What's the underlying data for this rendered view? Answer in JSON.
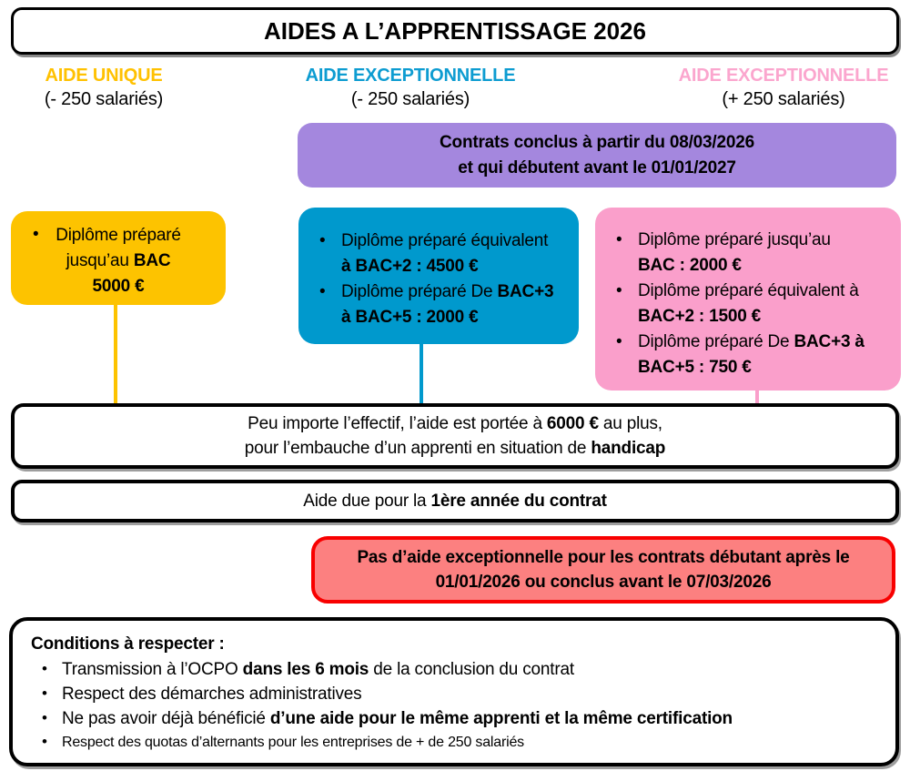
{
  "glyphs": {
    "bullet": "•"
  },
  "colors": {
    "gold": "#FDC300",
    "gold_header": "#FFC101",
    "blue": "#0099CD",
    "blue_header": "#0D9CD1",
    "pink": "#FA9FCB",
    "pink_header": "#FBA6CE",
    "purple": "#A487DE",
    "red_fill": "#FC8080"
  },
  "title": "AIDES A L’APPRENTISSAGE 2026",
  "columns": [
    {
      "header": "AIDE UNIQUE",
      "sub": "(- 250 salariés)"
    },
    {
      "header": "AIDE EXCEPTIONNELLE",
      "sub": "(- 250 salariés)"
    },
    {
      "header": "AIDE EXCEPTIONNELLE",
      "sub": "(+ 250 salariés)"
    }
  ],
  "banner": {
    "lines": [
      "Contrats conclus à partir du 08/03/2026",
      "et qui débutent avant le 01/01/2027"
    ]
  },
  "aid_boxes": {
    "unique": {
      "bullet": [
        {
          "t": "Diplôme préparé"
        },
        {
          "br": true
        },
        {
          "t": "jusqu’au "
        },
        {
          "t": "BAC",
          "b": true
        },
        {
          "br": true
        },
        {
          "t": "5000 €",
          "b": true
        }
      ]
    },
    "exceptionnelle_small": {
      "bullets": [
        [
          {
            "t": "Diplôme préparé équivalent"
          },
          {
            "br": true
          },
          {
            "t": "à BAC+2 : 4500 €",
            "b": true
          }
        ],
        [
          {
            "t": "Diplôme préparé De "
          },
          {
            "t": "BAC+3",
            "b": true
          },
          {
            "br": true
          },
          {
            "t": "à BAC+5 : 2000 €",
            "b": true
          }
        ]
      ]
    },
    "exceptionnelle_large": {
      "bullets": [
        [
          {
            "t": "Diplôme préparé jusqu’au"
          },
          {
            "br": true
          },
          {
            "t": "BAC : 2000 €",
            "b": true
          }
        ],
        [
          {
            "t": "Diplôme préparé équivalent à"
          },
          {
            "br": true
          },
          {
            "t": "BAC+2 : 1500 €",
            "b": true
          }
        ],
        [
          {
            "t": "Diplôme préparé De "
          },
          {
            "t": "BAC+3 à",
            "b": true
          },
          {
            "br": true
          },
          {
            "t": "BAC+5 : 750 €",
            "b": true
          }
        ]
      ]
    }
  },
  "handicap_note": {
    "lines": [
      [
        {
          "t": "Peu importe l’effectif, l’aide est portée à "
        },
        {
          "t": "6000 €",
          "b": true
        },
        {
          "t": " au plus,"
        }
      ],
      [
        {
          "t": "pour l’embauche d’un apprenti en situation de "
        },
        {
          "t": "handicap",
          "b": true
        }
      ]
    ]
  },
  "duration_note": {
    "line": [
      {
        "t": "Aide due pour la "
      },
      {
        "t": "1ère année du contrat",
        "b": true
      }
    ]
  },
  "warning": {
    "lines": [
      "Pas d’aide exceptionnelle pour les contrats débutant après le",
      "01/01/2026 ou conclus avant le 07/03/2026"
    ]
  },
  "conditions": {
    "heading": "Conditions à respecter :",
    "items": [
      [
        {
          "t": "Transmission à l’OCPO "
        },
        {
          "t": "dans les 6 mois",
          "b": true
        },
        {
          "t": " de la conclusion du contrat"
        }
      ],
      [
        {
          "t": "Respect des démarches administratives"
        }
      ],
      [
        {
          "t": "Ne pas avoir déjà bénéficié "
        },
        {
          "t": "d’une aide pour le même apprenti et la même certification",
          "b": true
        }
      ],
      [
        {
          "t": "Respect des quotas d’alternants pour les entreprises de + de 250 salariés"
        }
      ]
    ]
  }
}
